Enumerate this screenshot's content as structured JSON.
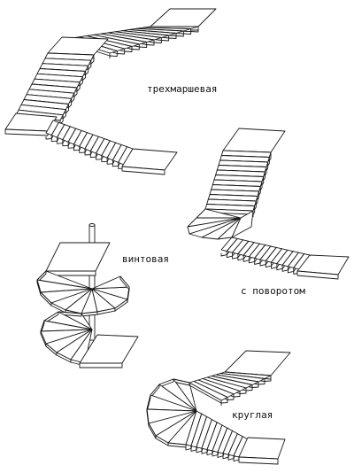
{
  "captions": {
    "three_flight": "трехмаршевая",
    "spiral": "винтовая",
    "with_turn": "с поворотом",
    "round": "круглая"
  },
  "colors": {
    "ink": "#1a1a1a",
    "paper": "#ffffff",
    "shade": "#d9d9d9"
  }
}
